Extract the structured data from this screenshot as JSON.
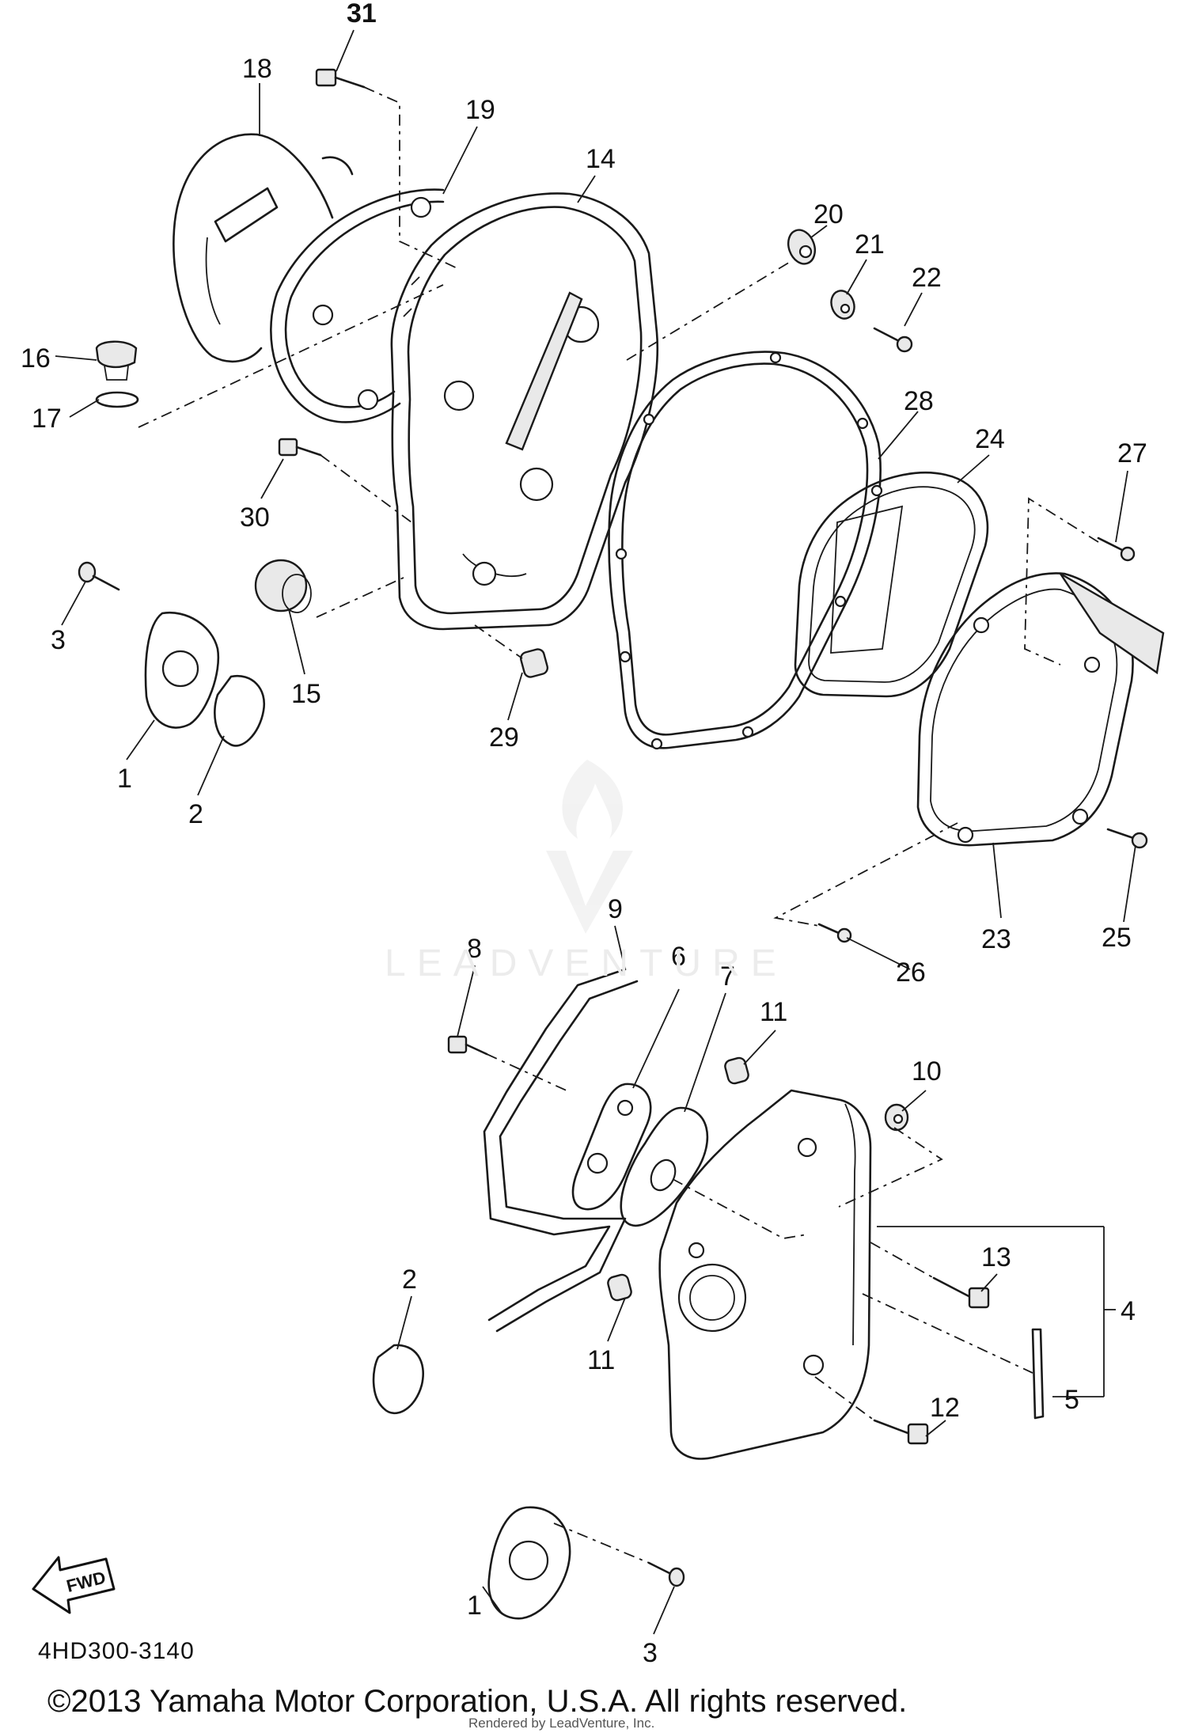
{
  "diagram": {
    "code": "4HD300-3140",
    "copyright": "©2013 Yamaha Motor Corporation, U.S.A. All rights reserved.",
    "rendered_by": "Rendered by LeadVenture, Inc.",
    "watermark": "LEADVENTURE",
    "fwd_label": "FWD",
    "callouts": [
      {
        "id": "31",
        "label": "31"
      },
      {
        "id": "18",
        "label": "18"
      },
      {
        "id": "19",
        "label": "19"
      },
      {
        "id": "14",
        "label": "14"
      },
      {
        "id": "20",
        "label": "20"
      },
      {
        "id": "21",
        "label": "21"
      },
      {
        "id": "22",
        "label": "22"
      },
      {
        "id": "16",
        "label": "16"
      },
      {
        "id": "17",
        "label": "17"
      },
      {
        "id": "28",
        "label": "28"
      },
      {
        "id": "24",
        "label": "24"
      },
      {
        "id": "27",
        "label": "27"
      },
      {
        "id": "30",
        "label": "30"
      },
      {
        "id": "3a",
        "label": "3"
      },
      {
        "id": "15",
        "label": "15"
      },
      {
        "id": "29",
        "label": "29"
      },
      {
        "id": "1a",
        "label": "1"
      },
      {
        "id": "2a",
        "label": "2"
      },
      {
        "id": "25",
        "label": "25"
      },
      {
        "id": "23",
        "label": "23"
      },
      {
        "id": "26",
        "label": "26"
      },
      {
        "id": "9",
        "label": "9"
      },
      {
        "id": "8",
        "label": "8"
      },
      {
        "id": "6",
        "label": "6"
      },
      {
        "id": "7",
        "label": "7"
      },
      {
        "id": "11a",
        "label": "11"
      },
      {
        "id": "10",
        "label": "10"
      },
      {
        "id": "13",
        "label": "13"
      },
      {
        "id": "4",
        "label": "4"
      },
      {
        "id": "2b",
        "label": "2"
      },
      {
        "id": "11b",
        "label": "11"
      },
      {
        "id": "5",
        "label": "5"
      },
      {
        "id": "12",
        "label": "12"
      },
      {
        "id": "1b",
        "label": "1"
      },
      {
        "id": "3b",
        "label": "3"
      }
    ]
  }
}
